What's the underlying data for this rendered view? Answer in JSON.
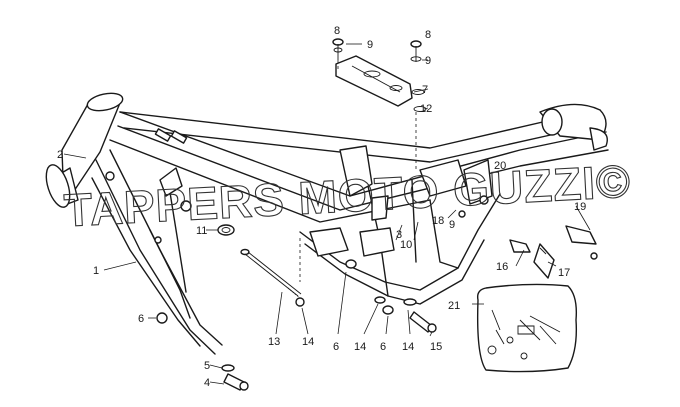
{
  "watermark": "TAPPERS MOTO GUZZI©",
  "callouts": [
    "1",
    "2",
    "3",
    "4",
    "5",
    "6",
    "6",
    "6",
    "7",
    "8",
    "8",
    "9",
    "9",
    "9",
    "10",
    "11",
    "12",
    "13",
    "14",
    "14",
    "14",
    "15",
    "16",
    "17",
    "18",
    "19",
    "20",
    "21"
  ]
}
